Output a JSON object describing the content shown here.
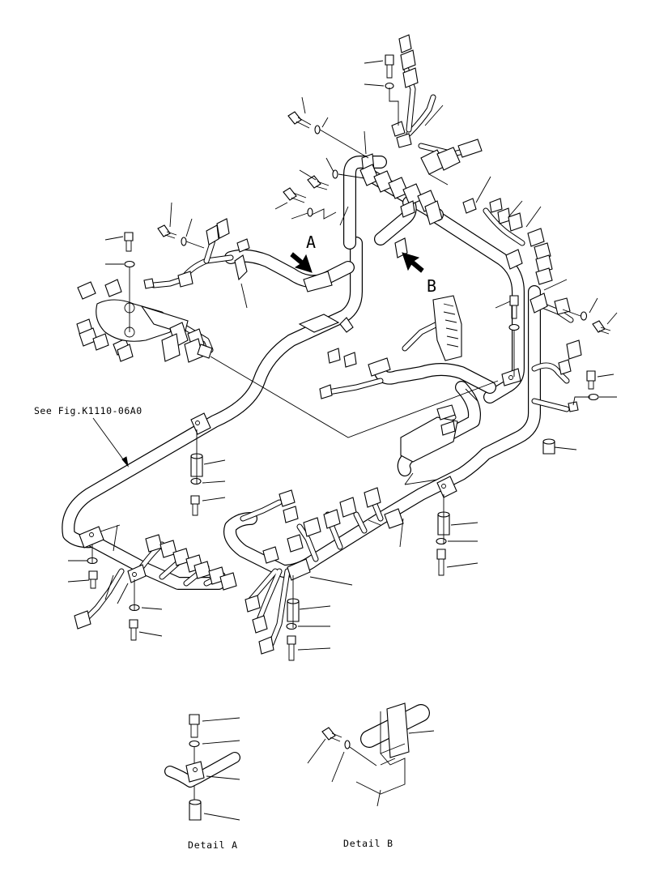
{
  "labels": {
    "reference_note": "See Fig.K1110-06A0",
    "view_a": "A",
    "view_b": "B",
    "detail_a": "Detail A",
    "detail_b": "Detail B"
  },
  "colors": {
    "line": "#000000",
    "background": "#ffffff"
  }
}
